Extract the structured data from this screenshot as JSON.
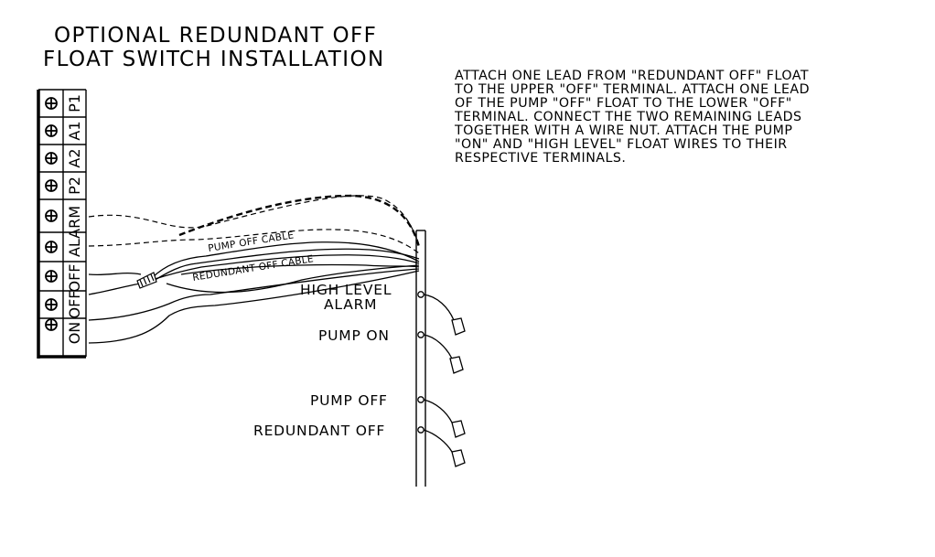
{
  "title": {
    "line1": "OPTIONAL REDUNDANT OFF",
    "line2": "FLOAT SWITCH INSTALLATION"
  },
  "instructions": [
    "ATTACH ONE LEAD FROM \"REDUNDANT OFF\" FLOAT",
    "TO THE UPPER \"OFF\" TERMINAL. ATTACH ONE LEAD",
    "OF THE PUMP \"OFF\" FLOAT TO THE LOWER \"OFF\"",
    "TERMINAL. CONNECT THE TWO REMAINING LEADS",
    "TOGETHER WITH A WIRE NUT. ATTACH THE PUMP",
    "\"ON\" AND \"HIGH LEVEL\" FLOAT WIRES TO THEIR",
    "RESPECTIVE TERMINALS."
  ],
  "terminal_strip": {
    "terminals": [
      "P1",
      "A1",
      "A2",
      "P2",
      "ALARM",
      "OFF",
      "OFF",
      "ON"
    ]
  },
  "cables": {
    "pump_off": "PUMP OFF CABLE",
    "redundant_off": "REDUNDANT OFF CABLE"
  },
  "floats": {
    "high_level_line1": "HIGH LEVEL",
    "high_level_line2": "ALARM",
    "pump_on": "PUMP ON",
    "pump_off": "PUMP OFF",
    "redundant_off": "REDUNDANT OFF"
  }
}
